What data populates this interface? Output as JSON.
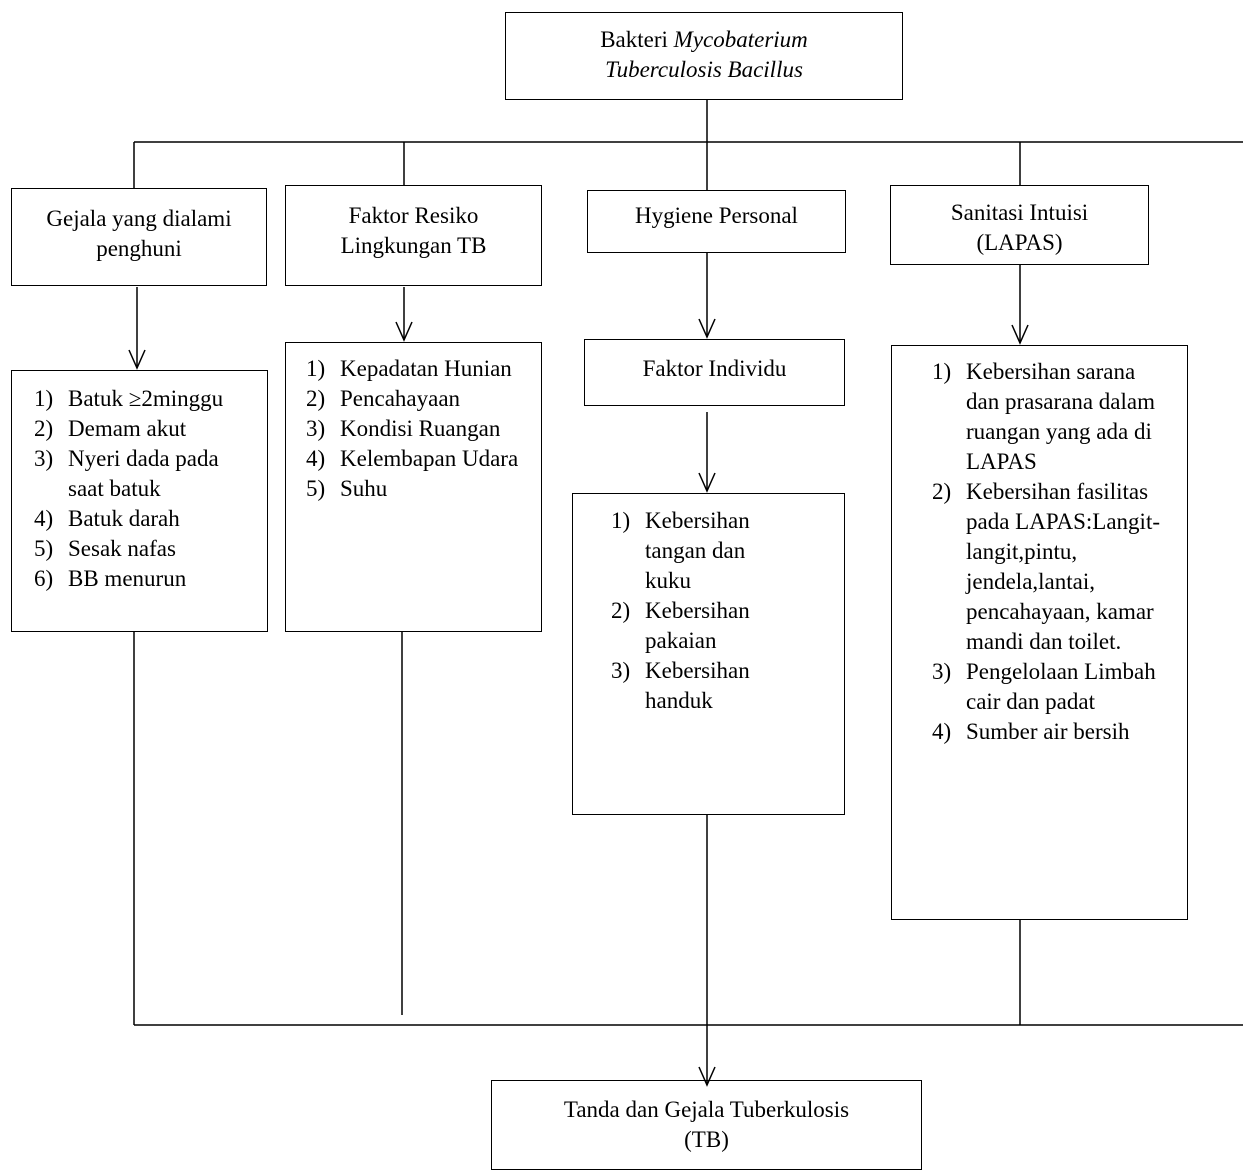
{
  "root": {
    "prefix": "Bakteri ",
    "line1_italic": "Mycobaterium",
    "line2_italic": "Tuberculosis Bacillus"
  },
  "categories": [
    {
      "title_lines": [
        "Gejala yang dialami",
        "penghuni"
      ],
      "items": [
        "Batuk ≥2minggu",
        "Demam akut",
        "Nyeri dada pada saat batuk",
        "Batuk darah",
        "Sesak nafas",
        "BB menurun"
      ]
    },
    {
      "title_lines": [
        "Faktor Resiko",
        "Lingkungan TB"
      ],
      "items": [
        "Kepadatan Hunian",
        "Pencahayaan",
        "Kondisi Ruangan",
        "Kelembapan Udara",
        "Suhu"
      ]
    },
    {
      "title_lines": [
        "Hygiene Personal"
      ],
      "sub_title": "Faktor Individu",
      "items": [
        "Kebersihan tangan dan kuku",
        "Kebersihan pakaian",
        "Kebersihan handuk"
      ]
    },
    {
      "title_lines": [
        "Sanitasi Intuisi",
        "(LAPAS)"
      ],
      "items": [
        "Kebersihan sarana dan prasarana dalam ruangan yang ada di LAPAS",
        "Kebersihan fasilitas pada LAPAS:Langit-langit,pintu, jendela,lantai, pencahayaan, kamar mandi dan toilet.",
        "Pengelolaan Limbah cair dan padat",
        "Sumber air bersih"
      ]
    }
  ],
  "outcome": {
    "lines": [
      "Tanda dan Gejala Tuberkulosis",
      "(TB)"
    ]
  }
}
